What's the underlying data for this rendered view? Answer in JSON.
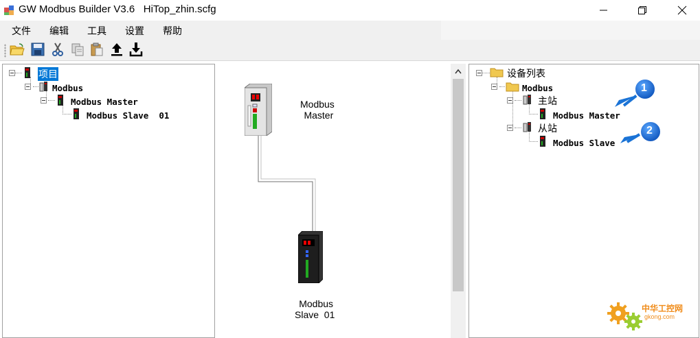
{
  "window": {
    "title": "GW Modbus Builder V3.6   HiTop_zhin.scfg",
    "minimize_icon": "minimize-icon",
    "maximize_icon": "restore-icon",
    "close_icon": "close-icon"
  },
  "menu": {
    "items": [
      "文件",
      "编辑",
      "工具",
      "设置",
      "帮助"
    ]
  },
  "toolbar": {
    "buttons": [
      "open-folder-icon",
      "save-icon",
      "cut-icon",
      "copy-icon",
      "paste-icon",
      "upload-icon",
      "download-icon"
    ]
  },
  "project_tree": {
    "root": "项目",
    "modbus": "Modbus",
    "master": "Modbus Master",
    "slave": "Modbus Slave  01"
  },
  "diagram": {
    "master_label": "Modbus\n Master",
    "slave_label": " Modbus\nSlave  01"
  },
  "device_tree": {
    "root": "设备列表",
    "modbus": "Modbus",
    "master_group": "主站",
    "master_item": "Modbus Master",
    "slave_group": "从站",
    "slave_item": "Modbus Slave",
    "callout_1": "1",
    "callout_2": "2"
  },
  "watermark": {
    "text": "中华工控网",
    "url": "gkong.com"
  },
  "colors": {
    "selection": "#0078d7",
    "callout": "#1a73d6"
  }
}
